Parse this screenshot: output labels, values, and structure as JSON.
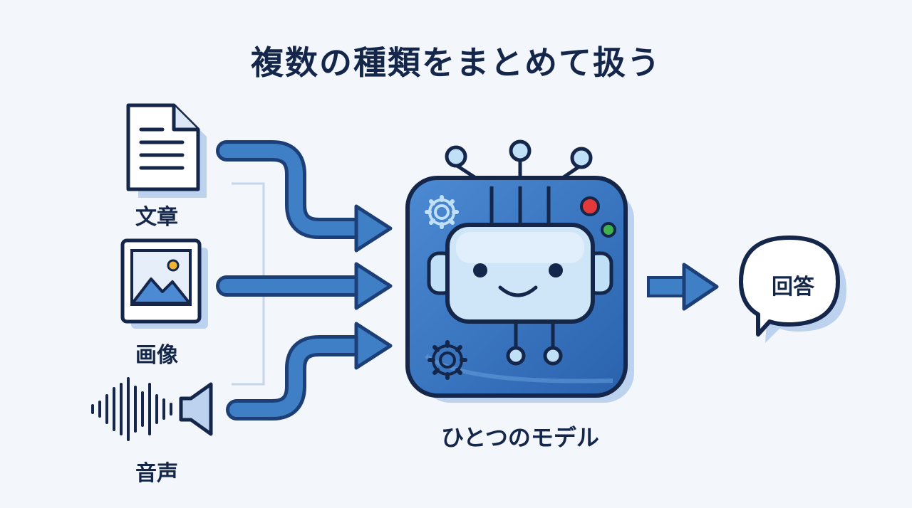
{
  "title": "複数の種類をまとめて扱う",
  "inputs": [
    {
      "label": "文章",
      "icon": "document-icon"
    },
    {
      "label": "画像",
      "icon": "image-icon"
    },
    {
      "label": "音声",
      "icon": "audio-icon"
    }
  ],
  "model": {
    "label": "ひとつのモデル",
    "icon": "robot-icon"
  },
  "output": {
    "label": "回答",
    "icon": "speech-bubble-icon"
  },
  "colors": {
    "arrow": "#3f7fc6",
    "arrow_outline": "#1d3f78",
    "model_fill": "#2f6db9",
    "outline": "#14264a",
    "accent_red": "#e23a3a",
    "accent_green": "#3fb24f"
  }
}
